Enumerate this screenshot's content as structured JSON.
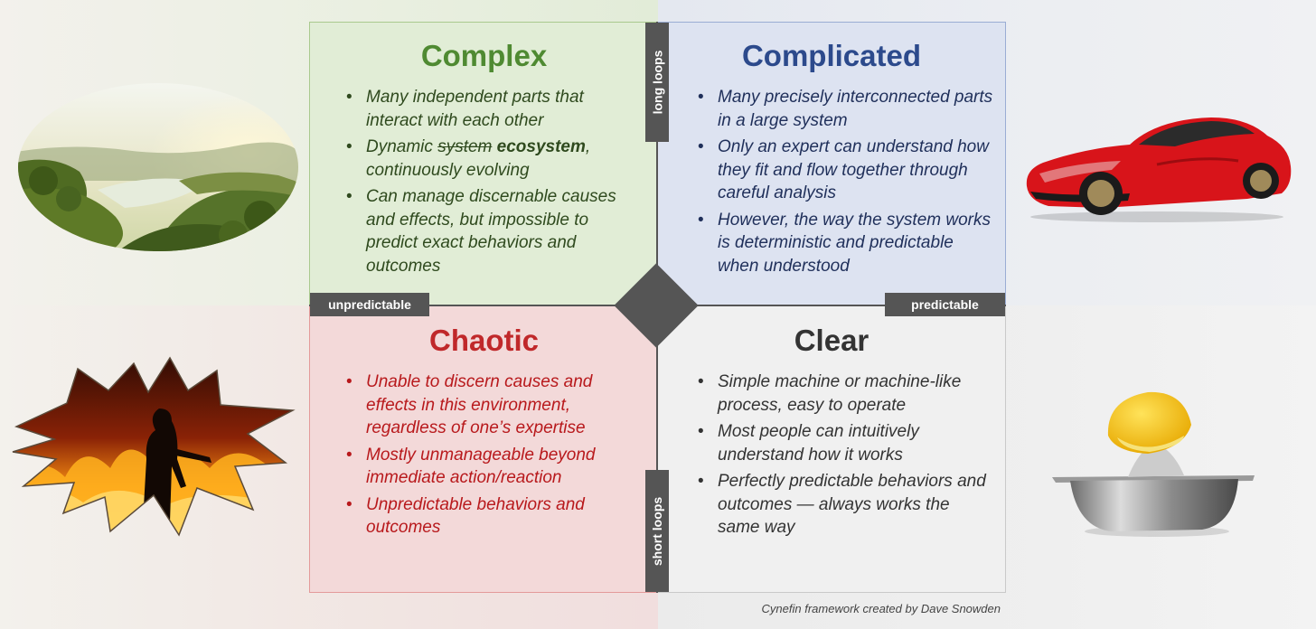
{
  "colors": {
    "complex": "#4f8a32",
    "complicated": "#2c4a8c",
    "chaotic": "#c0282a",
    "clear": "#333333",
    "axis": "#555555"
  },
  "quadrants": {
    "complex": {
      "title": "Complex",
      "b1": "Many independent parts that interact with each other",
      "b2_pre": "Dynamic ",
      "b2_strike": "system",
      "b2_bold": "ecosystem",
      "b2_post": ", continuously evolving",
      "b3": "Can manage discernable causes and effects, but impossible to predict exact behaviors and outcomes"
    },
    "complicated": {
      "title": "Complicated",
      "b1": "Many precisely interconnected parts in a large system",
      "b2": "Only an expert can understand how they fit and flow together through careful analysis",
      "b3": "However, the way the system works is deterministic and predictable when understood"
    },
    "chaotic": {
      "title": "Chaotic",
      "b1": "Unable to discern causes and effects in this environment, regardless of one’s expertise",
      "b2": "Mostly unmanageable beyond immediate action/reaction",
      "b3": "Unpredictable behaviors and outcomes"
    },
    "clear": {
      "title": "Clear",
      "b1": "Simple machine or machine-like process, easy to operate",
      "b2": "Most people can intuitively understand how it works",
      "b3": "Perfectly predictable behaviors and outcomes — always works the same way"
    }
  },
  "axis_labels": {
    "left": "unpredictable",
    "right": "predictable",
    "top": "long loops",
    "bottom": "short loops"
  },
  "credit": "Cynefin framework created by Dave Snowden",
  "images": {
    "complex": "forest-landscape-image",
    "complicated": "red-sports-car-image",
    "chaotic": "wildfire-firefighter-image",
    "clear": "lemon-juicer-image"
  }
}
